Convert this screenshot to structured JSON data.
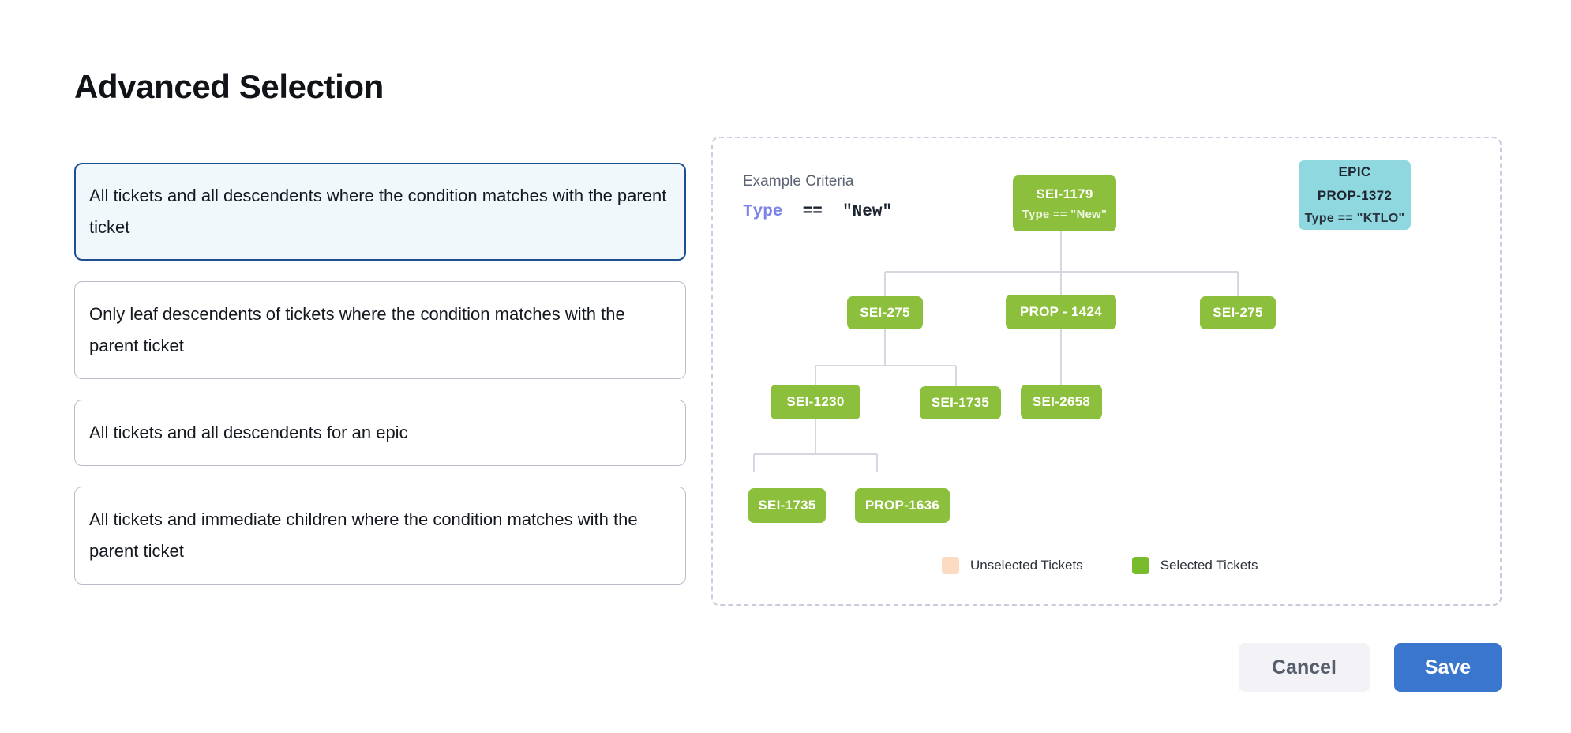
{
  "page": {
    "title": "Advanced Selection"
  },
  "options": [
    {
      "label": "All tickets and all descendents where the condition matches with the parent ticket",
      "selected": true
    },
    {
      "label": "Only leaf descendents of tickets where the condition matches with the parent ticket",
      "selected": false
    },
    {
      "label": "All tickets and all descendents for an epic",
      "selected": false
    },
    {
      "label": "All tickets and immediate children where the condition matches with the parent ticket",
      "selected": false
    }
  ],
  "diagram": {
    "criteria_label": "Example Criteria",
    "criteria_keyword": "Type",
    "criteria_operator": "==",
    "criteria_value": "\"New\"",
    "nodes": {
      "root": {
        "id": "SEI-1179",
        "sub": "Type == \"New\""
      },
      "epic": {
        "line1": "EPIC",
        "line2": "PROP-1372",
        "line3": "Type == \"KTLO\""
      },
      "child_left": {
        "id": "SEI-275"
      },
      "child_mid": {
        "id": "PROP - 1424"
      },
      "child_right": {
        "id": "SEI-275"
      },
      "g1": {
        "id": "SEI-1230"
      },
      "g2": {
        "id": "SEI-1735"
      },
      "g3": {
        "id": "SEI-2658"
      },
      "h1": {
        "id": "SEI-1735"
      },
      "h2": {
        "id": "PROP-1636"
      }
    },
    "legend": [
      {
        "label": "Unselected Tickets",
        "color": "#fbdcc3"
      },
      {
        "label": "Selected Tickets",
        "color": "#78bc2d"
      }
    ]
  },
  "footer": {
    "cancel_label": "Cancel",
    "save_label": "Save"
  },
  "colors": {
    "selected_node": "#8cc03c",
    "epic_node": "#8fd8e0",
    "accent_blue": "#3a76cd",
    "selected_option_border": "#1d4f91",
    "selected_option_bg": "#f1f8fc",
    "unselected_swatch": "#fbdcc3"
  }
}
